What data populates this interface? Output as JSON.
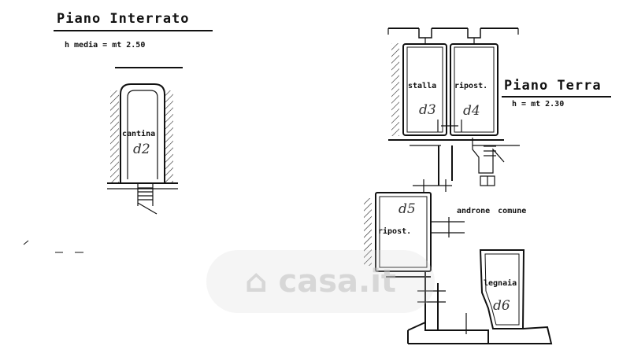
{
  "basement": {
    "title": "Piano Interrato",
    "height_note": "h media = mt 2.50",
    "room_label": "cantina",
    "room_number": "d2"
  },
  "ground_floor": {
    "title": "Piano Terra",
    "height_note": "h = mt 2.30",
    "rooms": [
      {
        "label": "stalla",
        "number": "d3"
      },
      {
        "label": "ripost.",
        "number": "d4"
      },
      {
        "label": "ripost.",
        "number": "d5"
      },
      {
        "label": "legnaia",
        "number": "d6"
      }
    ],
    "common_area_label": "androne comune"
  },
  "watermark": {
    "text": "casa.it",
    "icon": "house-icon"
  }
}
